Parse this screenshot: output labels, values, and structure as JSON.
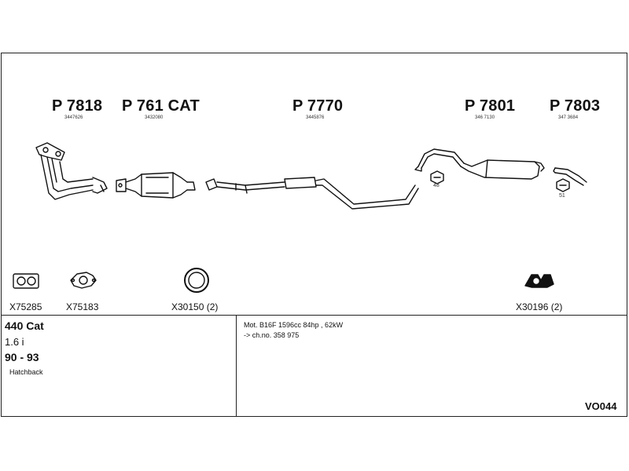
{
  "parts": {
    "p7818": {
      "number": "P 7818",
      "ref": "3447626"
    },
    "p761cat": {
      "number": "P 761 CAT",
      "ref": "3432080"
    },
    "p7770": {
      "number": "P 7770",
      "ref": "3445876"
    },
    "p7801": {
      "number": "P 7801",
      "ref": "346 7130"
    },
    "p7803": {
      "number": "P 7803",
      "ref": "347 3684"
    }
  },
  "hanger_labels": {
    "a": "48",
    "b": "51"
  },
  "accessories": {
    "x75285": "X75285",
    "x75183": "X75183",
    "x30150": "X30150 (2)",
    "x30196": "X30196 (2)"
  },
  "vehicle": {
    "model": "440 Cat",
    "engine": "1.6 i",
    "years": "90 - 93",
    "body": "Hatchback"
  },
  "notes": {
    "motor": "Mot. B16F 1596cc 84hp , 62kW",
    "chassis": "-> ch.no. 358 975"
  },
  "diagram_code": "VO044"
}
